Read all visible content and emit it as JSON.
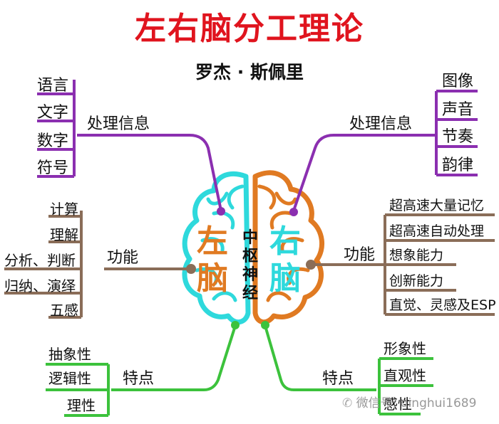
{
  "title": "左右脑分工理论",
  "author": "罗杰 · 斯佩里",
  "center": {
    "nerve_chars": [
      "中",
      "枢",
      "神",
      "经"
    ],
    "left_chars": [
      "左",
      "脑"
    ],
    "right_chars": [
      "右",
      "脑"
    ]
  },
  "left": {
    "info_label": "处理信息",
    "info_items": [
      "语言",
      "文字",
      "数字",
      "符号"
    ],
    "func_label": "功能",
    "func_items": [
      "计算",
      "理解",
      "分析、判断",
      "归纳、演绎",
      "五感"
    ],
    "feat_label": "特点",
    "feat_items": [
      "抽象性",
      "逻辑性",
      "理性"
    ]
  },
  "right": {
    "info_label": "处理信息",
    "info_items": [
      "图像",
      "声音",
      "节奏",
      "韵律"
    ],
    "func_label": "功能",
    "func_items": [
      "超高速大量记忆",
      "超高速自动处理",
      "想象能力",
      "创新能力",
      "直觉、灵感及ESP"
    ],
    "feat_label": "特点",
    "feat_items": [
      "形象性",
      "直观性",
      "感性"
    ]
  },
  "watermark": "微信号: dinghui1689",
  "colors": {
    "title": "#e0141e",
    "purple": "#8b2fb0",
    "brown": "#8a6d58",
    "green": "#3cc23c",
    "cyan": "#2ed9dc",
    "orange": "#e07a22"
  }
}
